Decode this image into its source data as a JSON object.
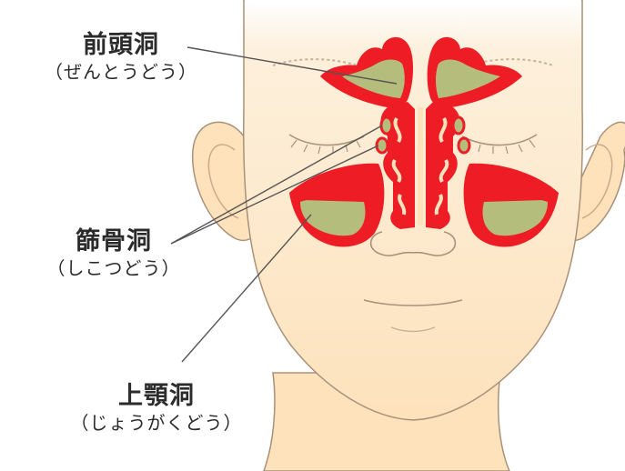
{
  "labels": {
    "frontal": {
      "kanji": "前頭洞",
      "kana": "（ぜんとうどう）"
    },
    "ethmoid": {
      "kanji": "篩骨洞",
      "kana": "（しこつどう）"
    },
    "maxillary": {
      "kanji": "上顎洞",
      "kana": "（じょうがくどう）"
    }
  },
  "colors": {
    "skin": "#fde6c6",
    "outline": "#a8927a",
    "sinus_red": "#ee1c24",
    "sinus_fill": "#b5bd7c",
    "leader_line": "#555555"
  }
}
